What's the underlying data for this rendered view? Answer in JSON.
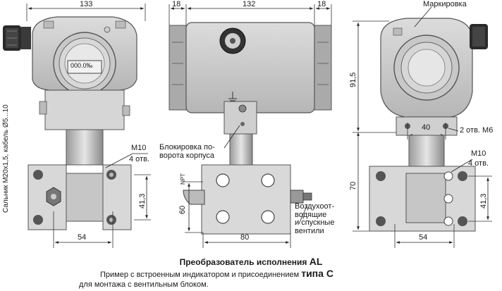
{
  "views": {
    "front": {
      "dim_width": "133",
      "cable_gland": "Сальник M20x1,5, кабель Ø5...10",
      "display_value": "000.0‰",
      "thread": "M10",
      "holes": "4 отв.",
      "dim_holes_v": "41,3",
      "dim_holes_h": "54"
    },
    "side": {
      "dim_left": "18",
      "dim_mid": "132",
      "dim_right": "18",
      "lock_label": "Блокировка по-\nворота корпуса",
      "npt_label": "NPT",
      "dim_60": "60",
      "valves_label": "Воздухоот-\nводящие\nи спускные\nвентили",
      "dim_80": "80"
    },
    "back": {
      "marking": "Маркировка",
      "dim_91_5": "91,5",
      "dim_40": "40",
      "mount_holes": "2 отв. M6",
      "dim_70": "70",
      "thread": "M10",
      "holes": "4 отв.",
      "dim_holes_v": "41,3",
      "dim_holes_h": "54"
    }
  },
  "caption": {
    "title_prefix": "Преобразователь исполнения",
    "title_bold": "AL",
    "line1_text": "Пример с встроенным индикатором и присоединением",
    "line1_bold": "типа С",
    "line2_text": "для монтажа с вентильным блоком."
  }
}
